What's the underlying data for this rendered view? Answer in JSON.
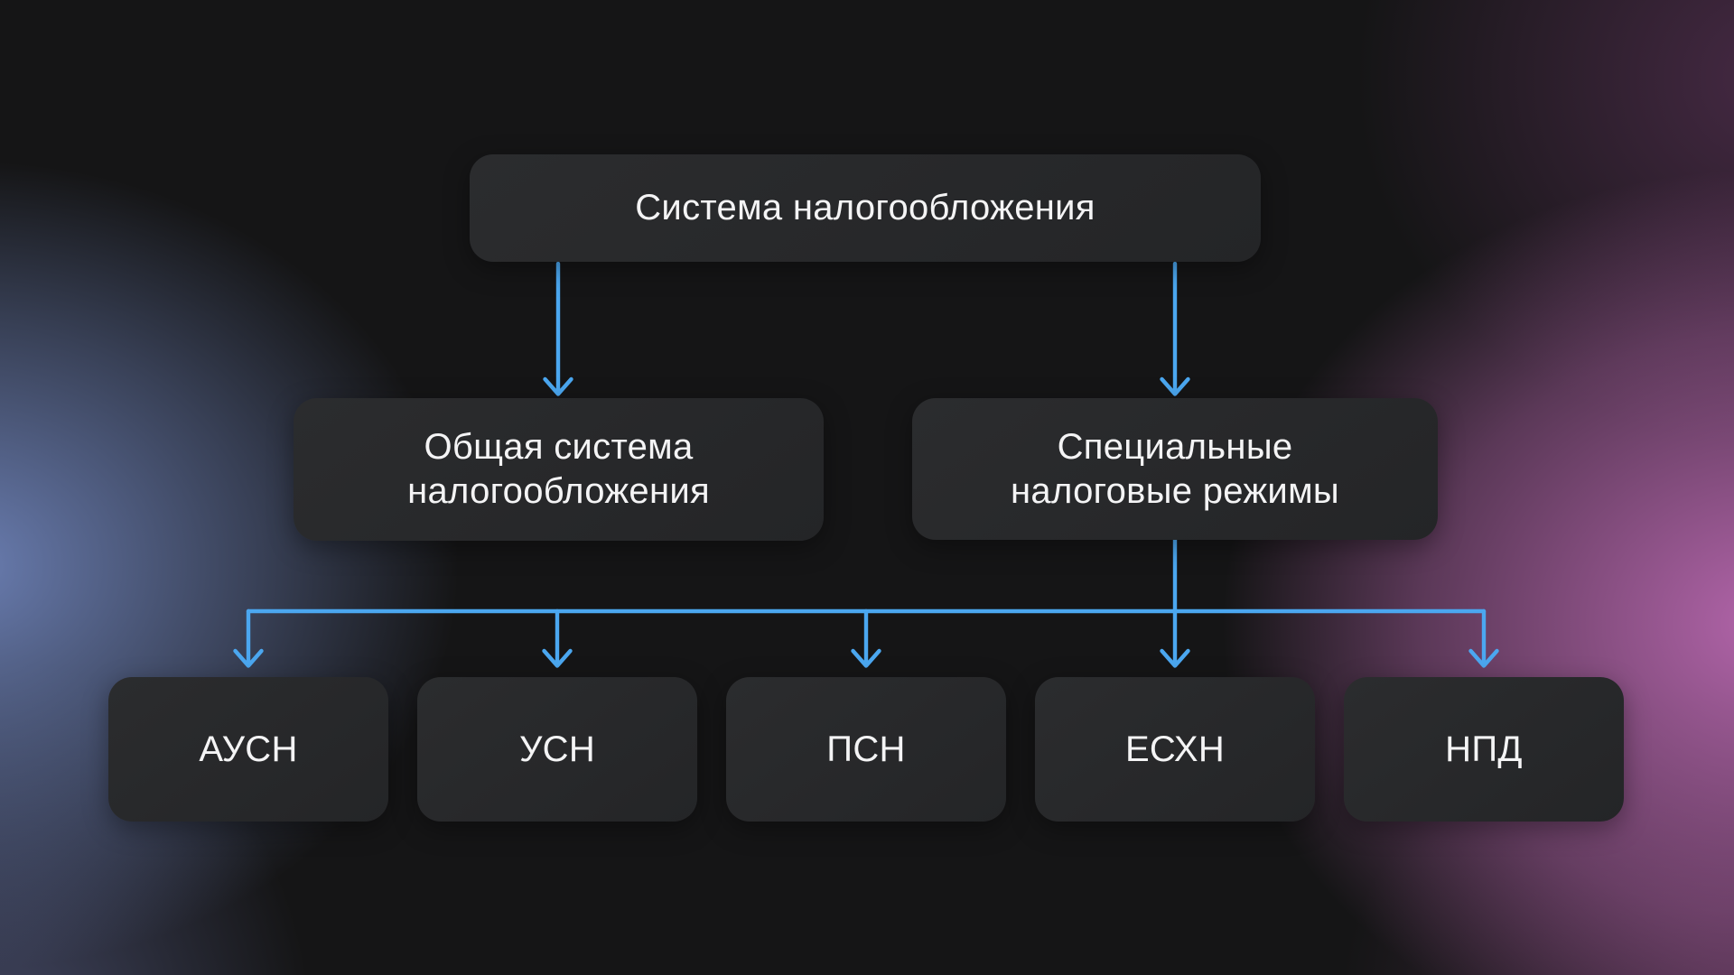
{
  "diagram": {
    "type": "flowchart",
    "root": {
      "label": "Система налогообложения"
    },
    "level2": [
      {
        "label": "Общая система налогообложения",
        "label_lines": [
          "Общая система",
          "налогообложения"
        ]
      },
      {
        "label": "Специальные налоговые режимы",
        "label_lines": [
          "Специальные",
          "налоговые режимы"
        ]
      }
    ],
    "level3": [
      {
        "label": "АУСН"
      },
      {
        "label": "УСН"
      },
      {
        "label": "ПСН"
      },
      {
        "label": "ЕСХН"
      },
      {
        "label": "НПД"
      }
    ],
    "edges": [
      {
        "from": "Система налогообложения",
        "to": "Общая система налогообложения"
      },
      {
        "from": "Система налогообложения",
        "to": "Специальные налоговые режимы"
      },
      {
        "from": "Специальные налоговые режимы",
        "to": "АУСН"
      },
      {
        "from": "Специальные налоговые режимы",
        "to": "УСН"
      },
      {
        "from": "Специальные налоговые режимы",
        "to": "ПСН"
      },
      {
        "from": "Специальные налоговые режимы",
        "to": "ЕСХН"
      },
      {
        "from": "Специальные налоговые режимы",
        "to": "НПД"
      }
    ]
  },
  "colors": {
    "arrow": "#4BA7F0",
    "node_background": "#28292B",
    "node_text": "#F4F4F5",
    "background_base": "#151516",
    "glow_left_blue": "#7186BE",
    "glow_right_magenta": "#BB69B2"
  }
}
